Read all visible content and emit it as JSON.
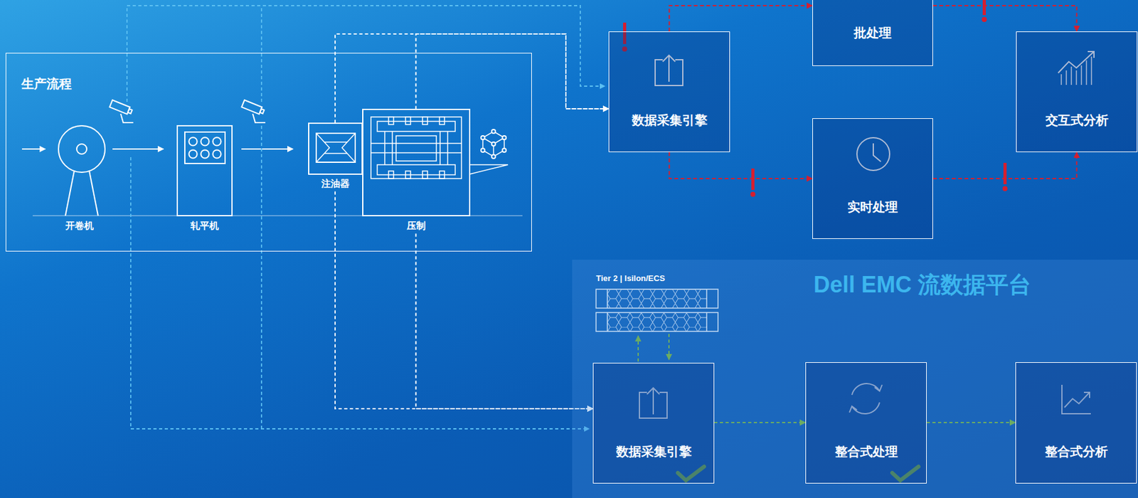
{
  "diagram": {
    "nodes": [
      {
        "text": [
          "生产流程"
        ]
      },
      {
        "text": [
          "开卷机"
        ],
        "in": 0
      },
      {
        "text": [
          "轧平机"
        ],
        "in": 0
      },
      {
        "text": [
          "注油器"
        ],
        "in": 0
      },
      {
        "text": [
          "压制"
        ],
        "in": 0
      },
      {
        "text": [
          "数据采集引擎"
        ]
      },
      {
        "text": [
          "批处理"
        ]
      },
      {
        "text": [
          "实时处理"
        ]
      },
      {
        "text": [
          "交互式分析"
        ]
      },
      {
        "text": [
          "Dell EMC 流数据平台"
        ]
      },
      {
        "text": [
          "数据采集引擎"
        ],
        "in": 9
      },
      {
        "text": [
          "整合式处理"
        ],
        "in": 9
      },
      {
        "text": [
          "整合式分析"
        ],
        "in": 9
      }
    ],
    "edges": [
      {
        "from": 5,
        "to": 6,
        "arrow": "to"
      },
      {
        "from": 5,
        "to": 7,
        "arrow": "to"
      },
      {
        "from": 6,
        "to": 8,
        "arrow": "to"
      },
      {
        "from": 7,
        "to": 8,
        "arrow": "to"
      },
      {
        "from": 3,
        "to": 5,
        "arrow": "to"
      },
      {
        "from": 4,
        "to": 5,
        "arrow": "to"
      },
      {
        "from": 3,
        "to": 10,
        "arrow": "to"
      },
      {
        "from": 4,
        "to": 10,
        "arrow": "to"
      },
      {
        "from": 10,
        "to": 11,
        "arrow": "to"
      },
      {
        "from": 11,
        "to": 12,
        "arrow": "to"
      }
    ],
    "labels": [
      "Tier 2 | Isilon/ECS"
    ]
  }
}
